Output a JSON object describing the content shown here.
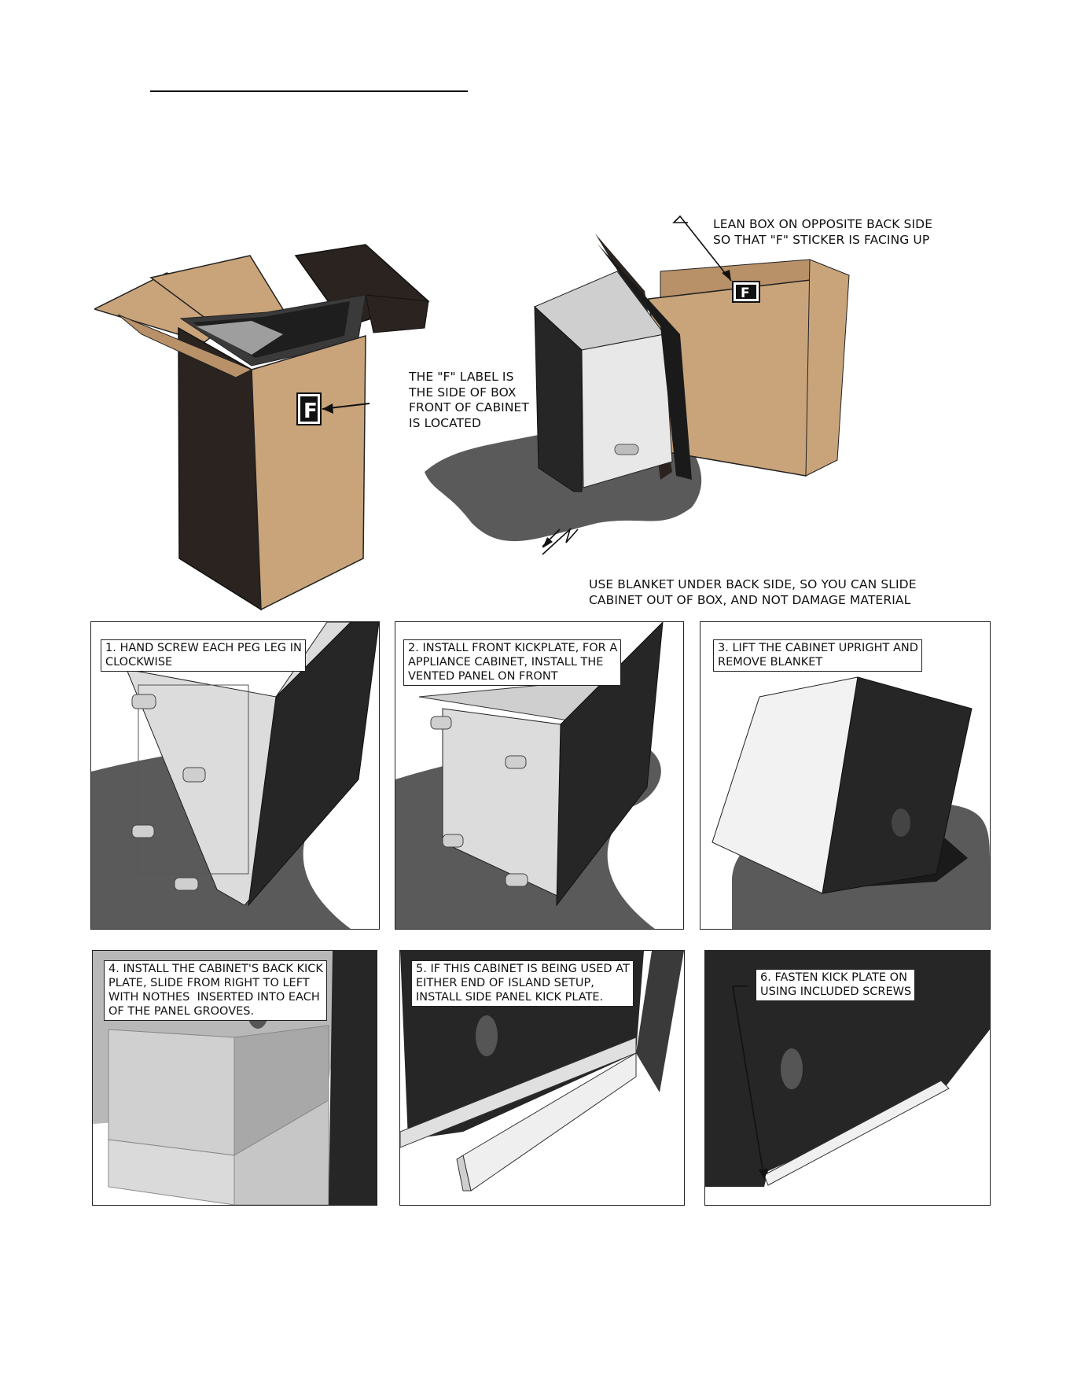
{
  "callouts": {
    "lean_box": "LEAN BOX ON OPPOSITE BACK SIDE\nSO THAT \"F\" STICKER IS FACING UP",
    "f_label": "THE \"F\" LABEL IS\nTHE SIDE OF BOX\nFRONT OF CABINET\nIS LOCATED",
    "blanket": "USE BLANKET UNDER BACK SIDE, SO YOU CAN SLIDE\nCABINET OUT OF BOX, AND NOT DAMAGE MATERIAL"
  },
  "sticker_letter": "F",
  "steps": [
    {
      "caption": "1. HAND SCREW EACH PEG LEG IN\nCLOCKWISE"
    },
    {
      "caption": "2. INSTALL FRONT KICKPLATE, FOR A\nAPPLIANCE CABINET, INSTALL THE\nVENTED PANEL ON FRONT"
    },
    {
      "caption": "3. LIFT THE CABINET UPRIGHT AND\nREMOVE BLANKET"
    },
    {
      "caption": "4. INSTALL THE CABINET'S BACK KICK\nPLATE, SLIDE FROM RIGHT TO LEFT\nWITH NOTHES  INSERTED INTO EACH\nOF THE PANEL GROOVES."
    },
    {
      "caption": "5. IF THIS CABINET IS BEING USED AT\nEITHER END OF ISLAND SETUP,\nINSTALL SIDE PANEL KICK PLATE."
    },
    {
      "caption": "6. FASTEN KICK PLATE ON\nUSING INCLUDED SCREWS"
    }
  ],
  "colors": {
    "cardboard": "#c9a47a",
    "cardboard_dark": "#a8865f",
    "box_dark": "#2b2320",
    "blanket": "#5a5a5a",
    "cabinet_light": "#dcdcdc",
    "cabinet_dark": "#262626"
  }
}
